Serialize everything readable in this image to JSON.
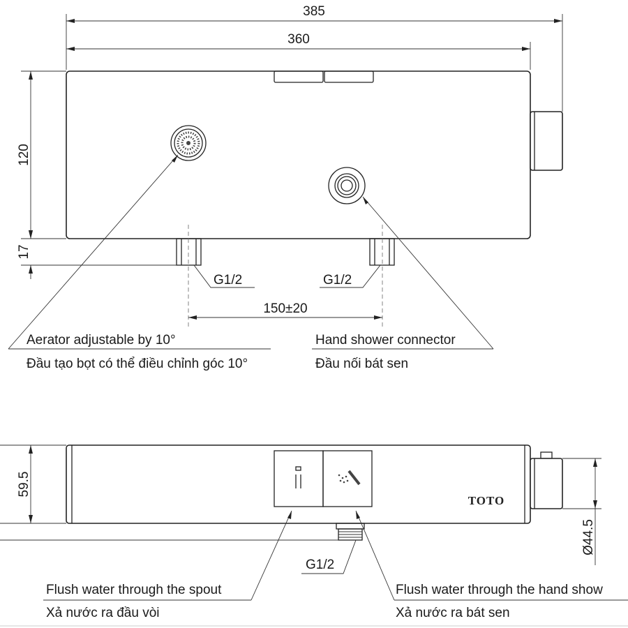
{
  "dimensions": {
    "width_overall": "385",
    "width_body": "360",
    "height_body": "120",
    "inlet_depth": "17",
    "inlet_thread_left": "G1/2",
    "inlet_thread_right": "G1/2",
    "inlet_spacing": "150±20",
    "front_height": "59.5",
    "outlet_thread": "G1/2",
    "handle_diameter": "Ø44.5"
  },
  "callouts": {
    "aerator_en": "Aerator adjustable by 10°",
    "aerator_vi": "Đầu tạo bọt có thể điều chỉnh góc 10°",
    "hand_shower_en": "Hand shower connector",
    "hand_shower_vi": "Đầu nối bát sen",
    "spout_en": "Flush water through the spout",
    "spout_vi": "Xả nước ra  đầu vòi",
    "shower_en": "Flush water through the hand show",
    "shower_vi": "Xả nước ra bát sen"
  },
  "brand": "TOTO"
}
